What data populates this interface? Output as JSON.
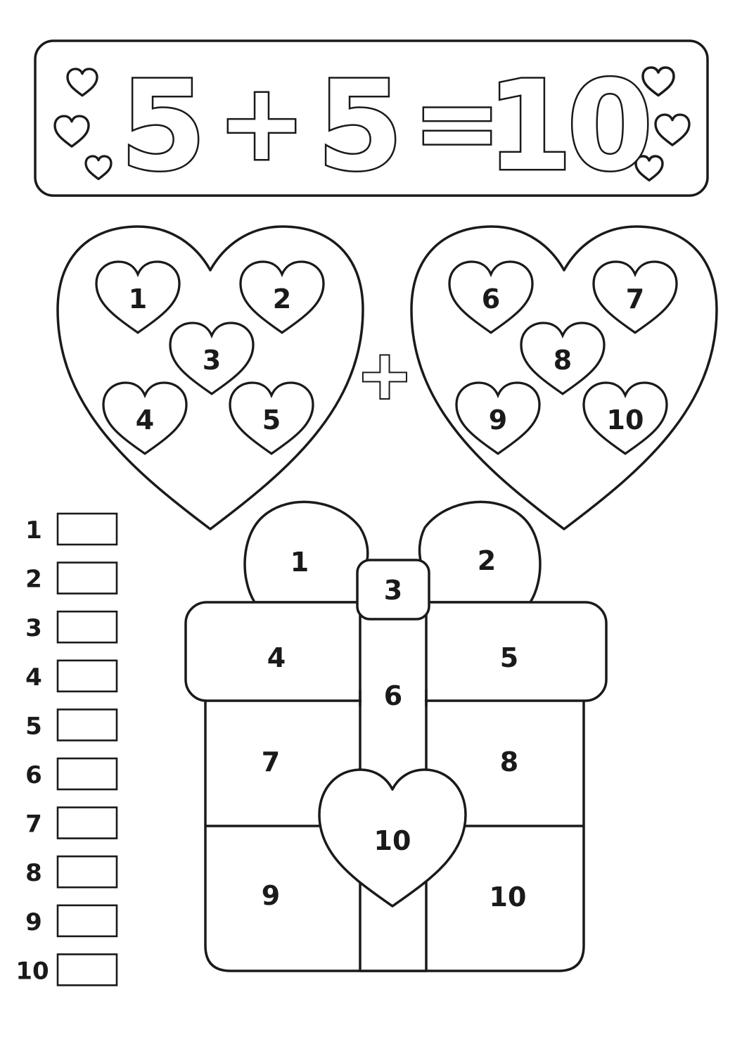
{
  "equation": {
    "addend_a": "5",
    "operator_plus": "+",
    "addend_b": "5",
    "operator_equals": "=",
    "sum": "10"
  },
  "left_heart": {
    "numbers": [
      "1",
      "2",
      "3",
      "4",
      "5"
    ]
  },
  "middle_operator": "+",
  "right_heart": {
    "numbers": [
      "6",
      "7",
      "8",
      "9",
      "10"
    ]
  },
  "gift": {
    "bow_left": "1",
    "bow_right": "2",
    "knot": "3",
    "lid_left": "4",
    "lid_right": "5",
    "ribbon_top": "6",
    "box_top_left": "7",
    "box_top_right": "8",
    "heart_center": "10",
    "box_bottom_left": "9",
    "box_bottom_right": "10"
  },
  "color_key": {
    "labels": [
      "1",
      "2",
      "3",
      "4",
      "5",
      "6",
      "7",
      "8",
      "9",
      "10"
    ]
  },
  "colors": {
    "line": "#1a1a1a",
    "background": "#ffffff"
  }
}
